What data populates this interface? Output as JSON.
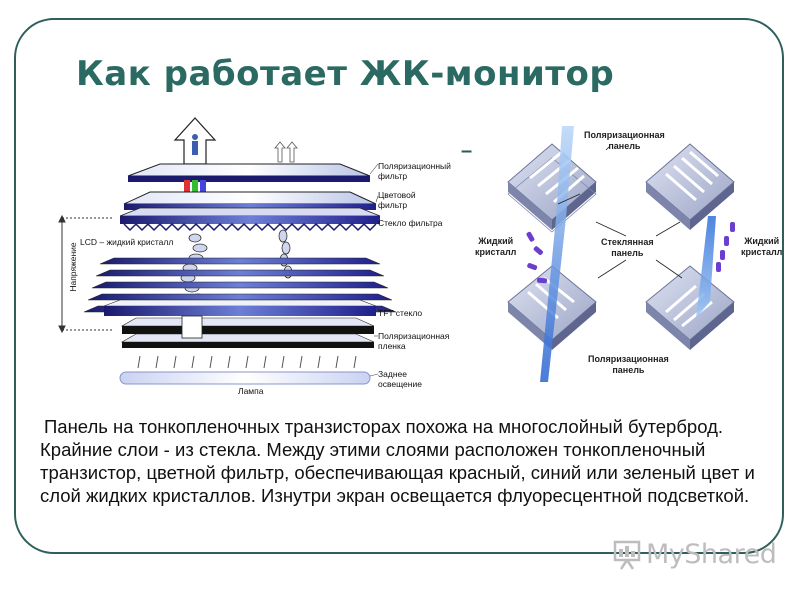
{
  "slide": {
    "title": "Как работает ЖК-монитор",
    "paragraph": "Панель на тонкопленочных транзисторах похожа на многослойный бутерброд. Крайние слои - из стекла. Между этими слоями расположен тонкопленочный транзистор, цветной фильтр, обеспечивающая красный, синий или зеленый цвет и слой жидких кристаллов. Изнутри экран освещается флуоресцентной подсветкой."
  },
  "left_diagram": {
    "labels": {
      "polar_filter": "Поляризационный\nфильтр",
      "color_filter": "Цветовой\nфильтр",
      "filter_glass": "Стекло фильтра",
      "tft_glass": "TFT стекло",
      "polar_film": "Поляризационная\nпленка",
      "backlight": "Заднее\nосвещение",
      "lamp": "Лампа",
      "lcd": "LCD – жидкий кристалл",
      "voltage": "Напряжение"
    }
  },
  "right_diagram": {
    "labels": {
      "polar_panel_top": "Поляризационная\nпанель",
      "polar_panel_bottom": "Поляризационная\nпанель",
      "glass_panel": "Стеклянная\nпанель",
      "lc_left": "Жидкий\nкристалл",
      "lc_right": "Жидкий\nкристалл"
    }
  },
  "logo": {
    "text": "MyShared"
  },
  "colors": {
    "frame": "#2f5f5b",
    "title": "#2b6a62",
    "layer_blue": "#2a2aa0",
    "arrow_blue": "#3a7bd5"
  }
}
